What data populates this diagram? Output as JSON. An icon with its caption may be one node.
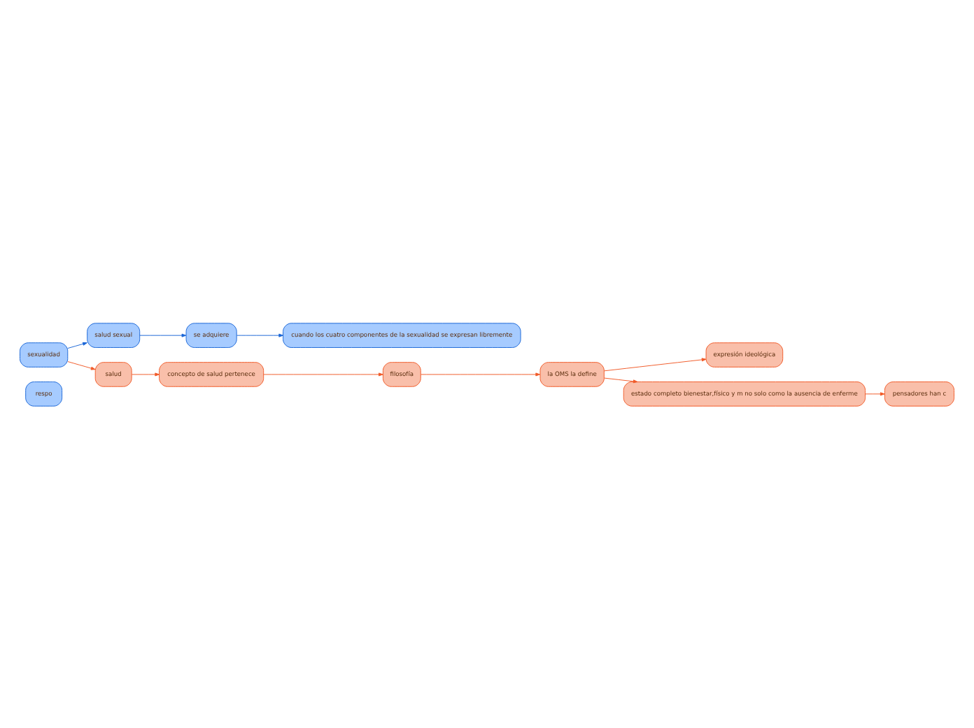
{
  "diagram": {
    "nodes": [
      {
        "text": [
          "respo"
        ]
      },
      {
        "text": [
          "se adquiere"
        ]
      },
      {
        "text": [
          "cuando los cuatro componentes de la sexualidad se expresan libremente"
        ]
      },
      {
        "text": [
          "salud sexual"
        ]
      },
      {
        "text": [
          "sexualidad"
        ]
      },
      {
        "text": [
          "salud"
        ]
      },
      {
        "text": [
          "concepto de salud pertenece"
        ]
      },
      {
        "text": [
          "expresión ideológica"
        ]
      },
      {
        "text": [
          "filosofía"
        ]
      },
      {
        "text": [
          "la OMS la define"
        ]
      },
      {
        "text": [
          "estado completo bienestar,físico y m no solo como la ausencia de enferme"
        ]
      },
      {
        "text": [
          "pensadores han c"
        ]
      }
    ],
    "edges": [
      {
        "from": 4,
        "to": 3,
        "arrow": "to",
        "color": "#1a66d6"
      },
      {
        "from": 3,
        "to": 1,
        "arrow": "to",
        "color": "#1a66d6"
      },
      {
        "from": 1,
        "to": 2,
        "arrow": "to",
        "color": "#1a66d6"
      },
      {
        "from": 4,
        "to": 5,
        "arrow": "to"
      },
      {
        "from": 5,
        "to": 6,
        "arrow": "to"
      },
      {
        "from": 6,
        "to": 8,
        "arrow": "to"
      },
      {
        "from": 8,
        "to": 9,
        "arrow": "to"
      },
      {
        "from": 9,
        "to": 7,
        "arrow": "to"
      },
      {
        "from": 9,
        "to": 10,
        "arrow": "to"
      },
      {
        "from": 10,
        "to": 11,
        "arrow": "to"
      }
    ]
  }
}
